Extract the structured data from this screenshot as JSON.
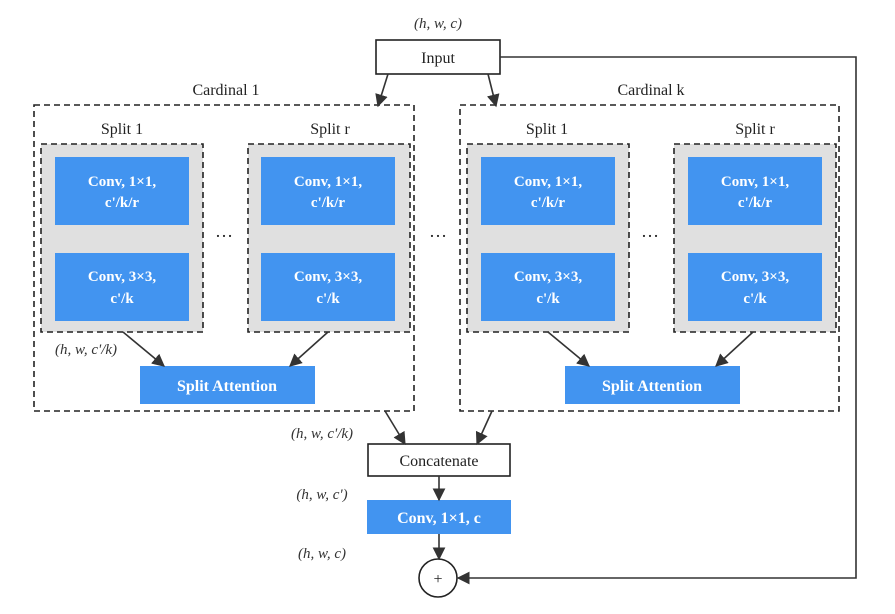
{
  "input": {
    "dims": "(h, w, c)",
    "label": "Input"
  },
  "cardinals": [
    {
      "title": "Cardinal 1",
      "split_left": "Split 1",
      "split_right": "Split r",
      "attention": "Split Attention"
    },
    {
      "title": "Cardinal k",
      "split_left": "Split 1",
      "split_right": "Split r",
      "attention": "Split Attention"
    }
  ],
  "conv_a": {
    "line1": "Conv, 1×1,",
    "line2": "c'/k/r"
  },
  "conv_b": {
    "line1": "Conv, 3×3,",
    "line2": "c'/k"
  },
  "ellipsis": "…",
  "split_out_dims": "(h, w, c'/k)",
  "cardinal_out_dims": "(h, w, c'/k)",
  "concatenate": {
    "label": "Concatenate"
  },
  "concat_out_dims": "(h, w, c')",
  "final_conv": {
    "label": "Conv, 1×1, c"
  },
  "final_out_dims": "(h, w, c)",
  "plus": "+"
}
